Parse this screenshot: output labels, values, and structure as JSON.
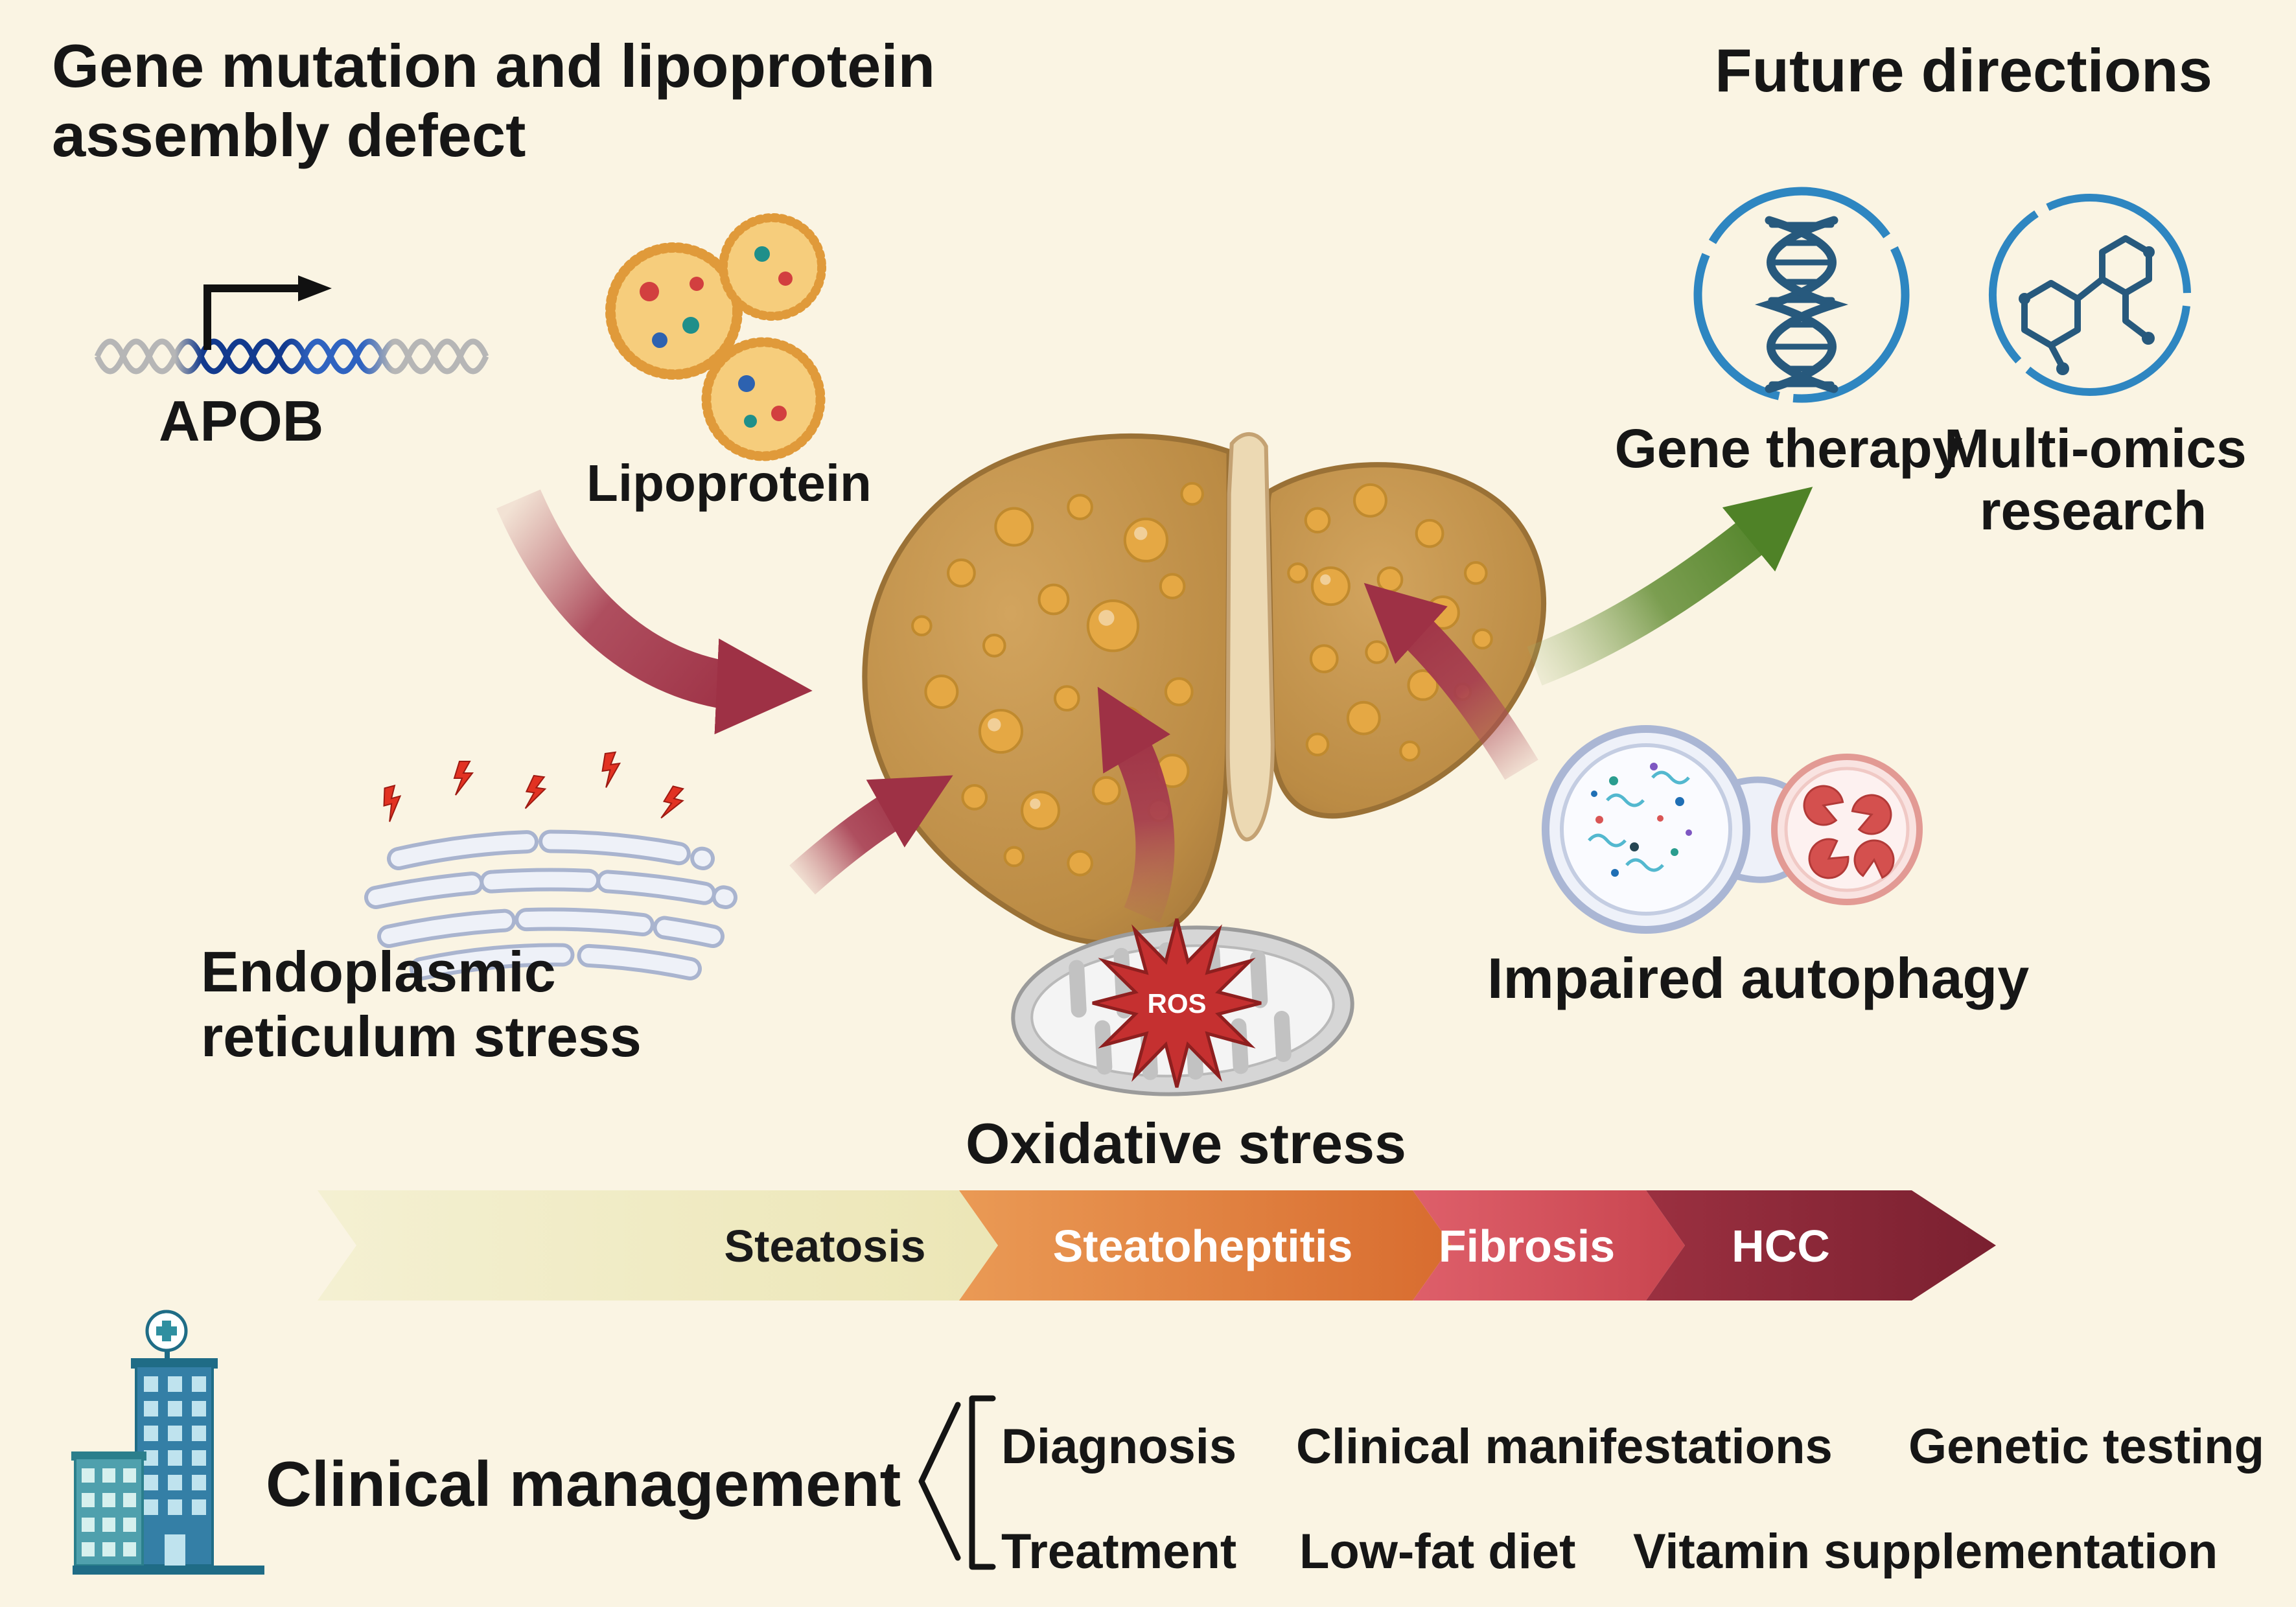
{
  "palette": {
    "background": "#faf4e3",
    "arrow_red": "#9e3145",
    "arrow_green": "#4f8227",
    "icon_blue": "#2e86c1",
    "molecule_blue": "#27597d",
    "liver_tan": "#c79a52",
    "stage_steatosis": "#f2eecd",
    "stage_steatohepatitis": "#dd6f33",
    "stage_fibrosis": "#d4525c",
    "stage_hcc": "#8c2733"
  },
  "icons": {
    "gene_promoter": "dna-strand-with-promoter-arrow-icon",
    "lipoprotein_particles": "lipoprotein-particles-icon",
    "fatty_liver": "fatty-liver-icon",
    "er": "endoplasmic-reticulum-icon",
    "mitochondria": "mitochondria-icon",
    "ros_burst": "ros-starburst-icon",
    "autophagosome": "autophagosome-lysosome-icon",
    "gene_therapy": "dna-in-circle-icon",
    "multiomics": "molecules-in-circle-icon",
    "hospital": "hospital-building-icon"
  },
  "top_left": {
    "title_line1": "Gene mutation and lipoprotein",
    "title_line2": "assembly defect",
    "gene_label": "APOB",
    "lipoprotein_label": "Lipoprotein"
  },
  "mechanisms": {
    "er_line1": "Endoplasmic",
    "er_line2": "reticulum stress",
    "oxidative_label": "Oxidative stress",
    "ros_label": "ROS",
    "autophagy_label": "Impaired autophagy"
  },
  "future": {
    "title": "Future directions",
    "gene_therapy_label": "Gene therapy",
    "multiomics_line1": "Multi-omics",
    "multiomics_line2": "research"
  },
  "progression": {
    "stages": [
      {
        "label": "Steatosis"
      },
      {
        "label": "Steatoheptitis"
      },
      {
        "label": "Fibrosis"
      },
      {
        "label": "HCC"
      }
    ]
  },
  "clinical": {
    "title": "Clinical management",
    "rows": [
      {
        "category": "Diagnosis",
        "item1": "Clinical manifestations",
        "item2": "Genetic testing"
      },
      {
        "category": "Treatment",
        "item1": "Low-fat diet",
        "item2": "Vitamin supplementation"
      }
    ]
  }
}
